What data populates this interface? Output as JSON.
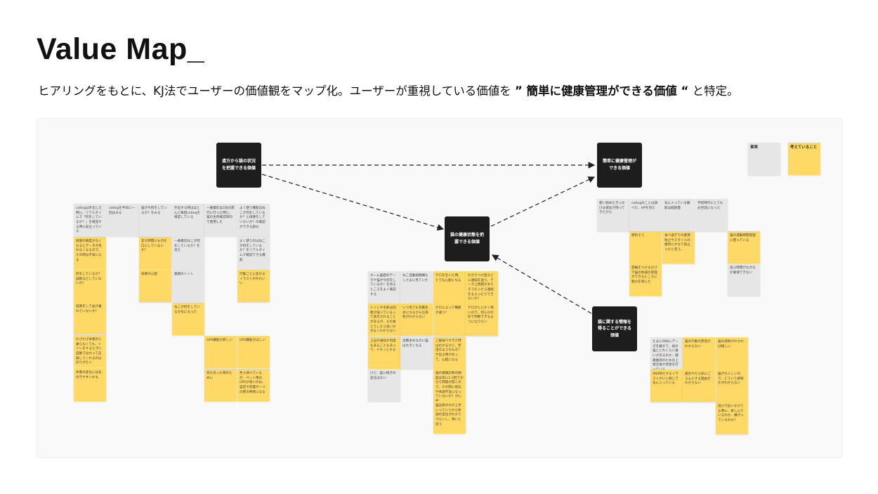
{
  "header": {
    "title": "Value Map_",
    "subtitle_pre": "ヒアリングをもとに、KJ法でユーザーの価値観をマップ化。ユーザーが重視している価値を",
    "subtitle_bold": "” 簡単に健康管理ができる価値 “",
    "subtitle_post": "と特定。"
  },
  "legend": {
    "fact": "事実",
    "thought": "考えていること"
  },
  "values": {
    "remote": "遠方から猫の状況を把握できる価値",
    "health": "猫の健康状態を把握できる価値",
    "easy": "簡単に健康管理ができる価値",
    "info": "猫に関する情報を得ることができる価値"
  },
  "left": [
    "catlogは外出した時に、リアルタイムで「何をしているか？」を確認する時に役立っている",
    "catlogを半日に一回はみる",
    "猫が今何をしているか？をみる",
    "外出する時はほとんど毎回catlogを確認している",
    "一番最近は2泊の旅行に行った時に、猫の生存確認目的で使用した",
    "よく使う機能はねこが何をしているか？と排便をしていないか？の確認ができる部分",
    "排便の頻度がなくなるとデータが見れなくなるので、その時は不安になる",
    "何をしているか？誤飲などしていないか？",
    "怪我をして血が垂れていないか？",
    "わざわざ体重計に乗らなくても、トイレをするときに自動ではかって記録してくれるのはありがたい",
    "体重の変化には気付きやすいかも",
    "変な時間にものを口にしていないか？",
    "排便の心配",
    "一番最近ねこが何をしているか？を見た",
    "最期のトイレ",
    "ねこが何をしているか気になった",
    "GPS機能が欲しい",
    "何かあった時のために",
    "よく使うのはねこが何をしているか？をリアルタイムで確認できる機能",
    "行動ごとに変わるイラストがかわいい",
    "GPS機能がほしい",
    "色々調べているが、ペット用のGPSが高いのは、設定や充電が一つの壁の判断になる"
  ],
  "center": [
    "ホーム画面のデータや猫が今何をしているか？を見るところをよく確認する",
    "トイレや水飲み回数が減っているって表示されることがあるが、その後どうしたら良いかがよくわからない",
    "上記の通知が何度もあることもあって、ドキッとする",
    "けど、猫に様子の変化はない",
    "ねこ自動給餌機もしたまに見ていた",
    "いつ見ても消費多めになるから信憑性がわからない",
    "消費多めなのに猫は大きくなる",
    "ゲロを吐いた時、とても心配になる",
    "ゲロによって種類が違う？",
    "ご飯食べすぎた時はわかるけど、苦虫のようなもの！が出る時があって、心配になる",
    "猫の健康診断の頻度は年に1-2回でかなり間隔が開くので、その間に病気や体調不良になっていないか？が心配",
    "猫は隠すのが上手いっていうから体調の変化がわかりづらいし、怖いと思う",
    "かかりつけ医などに通知を送り、データ上問題がありそうだったら連絡をもらったりできないか？",
    "ゲロがとにかく怖いので、何らかの形で判断できるようになりたい"
  ],
  "right_top": [
    "使い始めたきっかけは彼女が持ってきたから",
    "catlogのことは調べた、HPを見た",
    "気に入っている機能は脂肪量",
    "学校時代にとてもお世話になった",
    "便利そう",
    "首輪をつけるだけで猫の体調の管理ができるところに魅力を感じた",
    "食べ過ぎでの肥満防止やスタイルの維持にかなり役立ったと思う。",
    "猫の運動時間管理に困っている",
    "遊ぶ時間がなかなか確保できない"
  ],
  "right_bottom": [
    "たまにSNSにデータを載せて、他の猫とどれくらい違いがあるのか、健康維持のための上達交換や改善を行っている",
    "SNS映えするイラストがいい感じで気に入っている",
    "猫の行動の原因がわからない",
    "最近やたら床にごろんとする理由がわからない",
    "猫の感情がわかれば嬉しい",
    "猫が大人しいので、どういう感情かがわからない",
    "遊びで追いかけてる時に、楽しんでいるのか、嫌がっているのか？"
  ]
}
